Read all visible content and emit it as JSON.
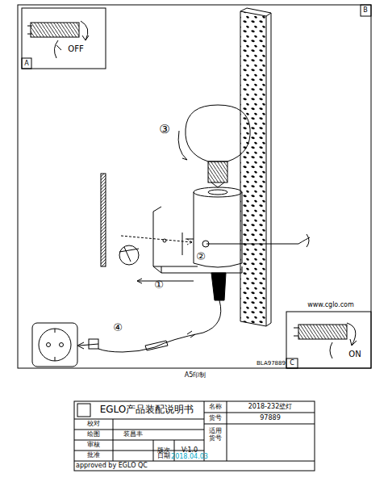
{
  "diagram": {
    "labels": [
      "OFF",
      "A",
      "B",
      "③",
      "②",
      "①",
      "④",
      "www.cglo.com",
      "BLA97889",
      "C",
      "ON",
      "A5印制",
      "EGLO产品装配说明书",
      "名称",
      "2018-232壁灯",
      "校对",
      "货号",
      "97889",
      "绘图",
      "装昌丰",
      "审核",
      "版次",
      "V:1.0",
      "适用 货号",
      "批准",
      "日期",
      "2018.04.03",
      "approved by EGLO QC"
    ]
  }
}
